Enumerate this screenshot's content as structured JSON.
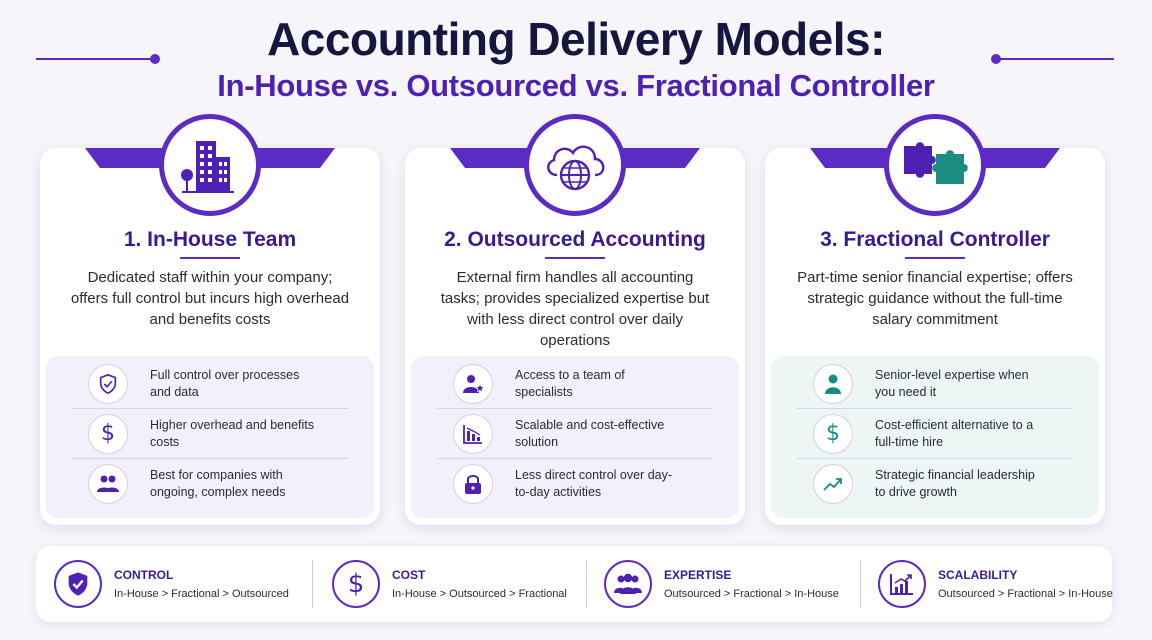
{
  "header": {
    "title": "Accounting Delivery Models:",
    "subtitle": "In-House vs. Outsourced vs. Fractional Controller"
  },
  "colors": {
    "primary": "#5b2bc4",
    "dark_navy": "#16163f",
    "teal": "#1a8c82",
    "card_tint_purple": "#f3f0fb",
    "card_tint_teal": "#ecf6f5"
  },
  "cards": [
    {
      "icon": "building-icon",
      "title": "1. In-House Team",
      "description": "Dedicated staff within your company; offers full control but incurs high overhead and benefits costs",
      "features": [
        {
          "icon": "shield-check-icon",
          "text": "Full control over processes and data"
        },
        {
          "icon": "dollar-icon",
          "text": "Higher overhead and benefits costs"
        },
        {
          "icon": "users-icon",
          "text": "Best for companies with ongoing, complex needs"
        }
      ]
    },
    {
      "icon": "cloud-globe-icon",
      "title": "2. Outsourced Accounting",
      "description": "External firm handles all accounting tasks; provides specialized expertise but with less direct control over daily operations",
      "features": [
        {
          "icon": "user-star-icon",
          "text": "Access to a team of specialists"
        },
        {
          "icon": "bar-chart-icon",
          "text": "Scalable and cost-effective solution"
        },
        {
          "icon": "lock-icon",
          "text": "Less direct control over day-to-day activities"
        }
      ]
    },
    {
      "icon": "puzzle-icon",
      "title": "3. Fractional Controller",
      "description": "Part-time senior financial expertise; offers strategic guidance without the full-time salary commitment",
      "features": [
        {
          "icon": "user-icon",
          "text": "Senior-level expertise when you need it"
        },
        {
          "icon": "dollar-icon",
          "text": "Cost-efficient alternative to a full-time hire"
        },
        {
          "icon": "trend-up-icon",
          "text": "Strategic financial leadership to drive growth"
        }
      ]
    }
  ],
  "comparison": [
    {
      "icon": "shield-check-icon",
      "label": "CONTROL",
      "value": "In-House > Fractional > Outsourced"
    },
    {
      "icon": "dollar-icon",
      "label": "COST",
      "value": "In-House > Outsourced > Fractional"
    },
    {
      "icon": "users-icon",
      "label": "EXPERTISE",
      "value": "Outsourced > Fractional > In-House"
    },
    {
      "icon": "bar-chart-up-icon",
      "label": "SCALABILITY",
      "value": "Outsourced > Fractional > In-House"
    }
  ]
}
